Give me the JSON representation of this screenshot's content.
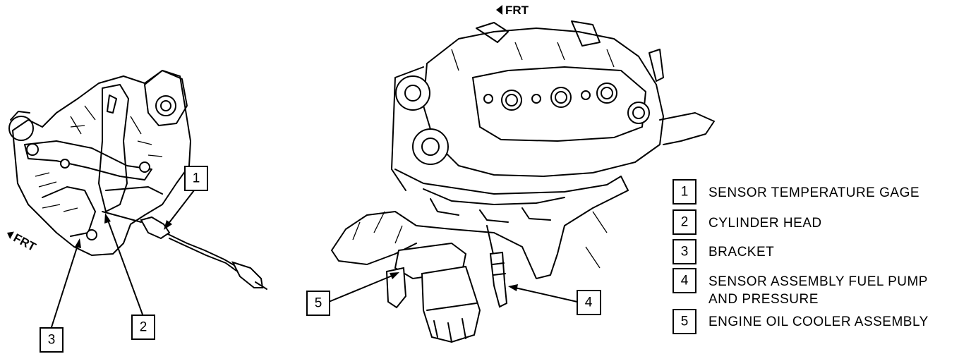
{
  "orientation_labels": {
    "left_frt": "FRT",
    "top_frt": "FRT"
  },
  "callouts": {
    "c1": "1",
    "c2": "2",
    "c3": "3",
    "c4": "4",
    "c5": "5"
  },
  "legend": [
    {
      "number": "1",
      "lines": [
        "SENSOR TEMPERATURE GAGE"
      ]
    },
    {
      "number": "2",
      "lines": [
        "CYLINDER HEAD"
      ]
    },
    {
      "number": "3",
      "lines": [
        "BRACKET"
      ]
    },
    {
      "number": "4",
      "lines": [
        "SENSOR ASSEMBLY FUEL PUMP",
        "AND PRESSURE"
      ]
    },
    {
      "number": "5",
      "lines": [
        "ENGINE OIL COOLER ASSEMBLY"
      ]
    }
  ]
}
